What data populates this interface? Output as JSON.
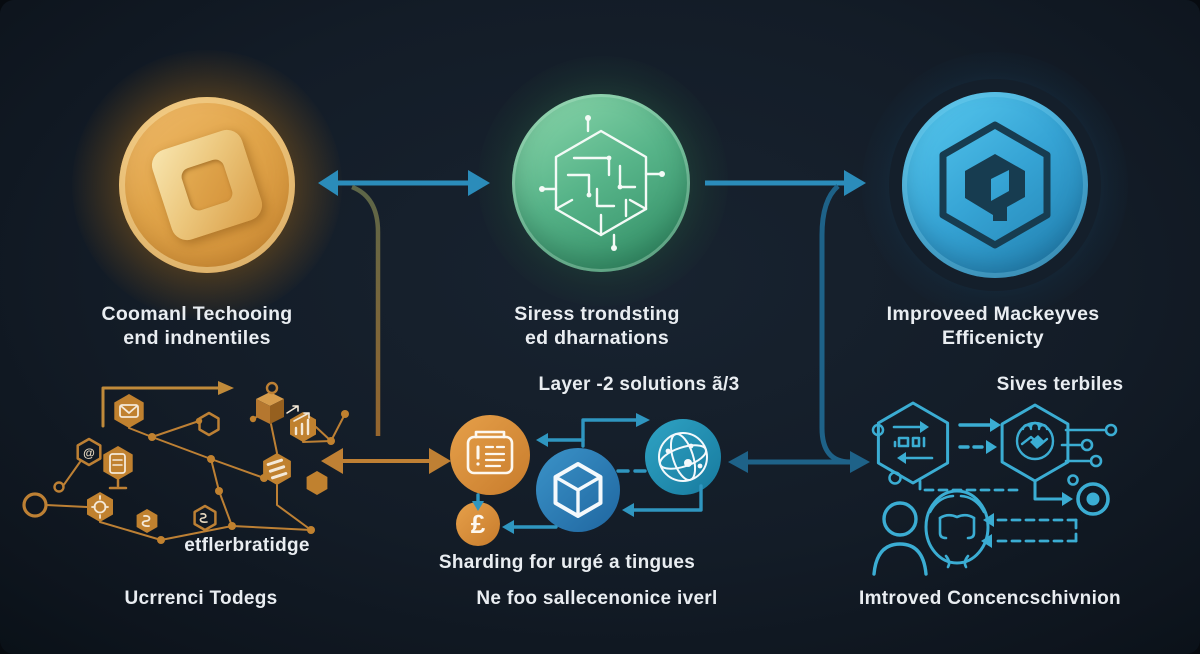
{
  "stages": {
    "coin": {
      "line1": "Coomanl Techooing",
      "line2": "end indnentiles"
    },
    "block": {
      "line1": "Siress trondsting",
      "line2": "ed dharnations"
    },
    "hex": {
      "line1": "Improveed Mackeyves",
      "line2": "Efficenicty"
    }
  },
  "labels": {
    "layer2": "Layer -2 solutions ã/3",
    "sives": "Sives terbiles",
    "bridge": "etflerbratidge",
    "currency": "Ucrrenci Todegs",
    "sharding": "Sharding for urgé a tingues",
    "fees": "Ne foo sallecenonice iverl",
    "consensus": "Imtroved Concencschivnion"
  },
  "symbols": {
    "pound": "£",
    "at": "@"
  },
  "colors": {
    "background": "#131c27",
    "coin_orange": "#e1a54a",
    "block_green": "#57b489",
    "hex_blue": "#36a4d5",
    "cluster_orange": "#bf8034",
    "cluster_teal": "#3badd3",
    "arrow_blue": "#2b8cba",
    "arrow_dark_blue": "#1e6288",
    "arrow_olive": "#8a6030",
    "text": "#e9edf1"
  }
}
